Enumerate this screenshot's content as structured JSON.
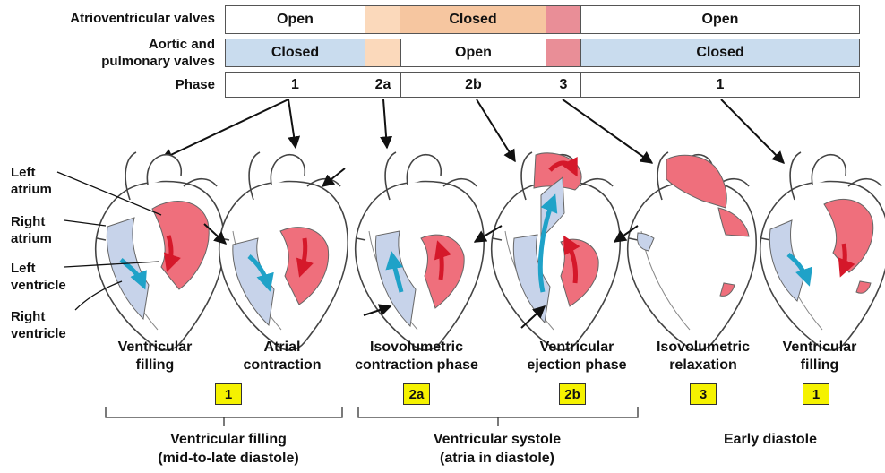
{
  "rows": {
    "av_label": "Atrioventricular valves",
    "semilunar_label_1": "Aortic and",
    "semilunar_label_2": "pulmonary valves",
    "phase_label": "Phase"
  },
  "av_cells": [
    "Open",
    "",
    "Closed",
    "",
    "Open"
  ],
  "semilunar_cells": [
    "Closed",
    "",
    "Open",
    "",
    "Closed"
  ],
  "phase_cells": [
    "1",
    "2a",
    "2b",
    "3",
    "1"
  ],
  "part_labels": {
    "left_atrium_1": "Left",
    "left_atrium_2": "atrium",
    "right_atrium_1": "Right",
    "right_atrium_2": "atrium",
    "left_ventricle_1": "Left",
    "left_ventricle_2": "ventricle",
    "right_ventricle_1": "Right",
    "right_ventricle_2": "ventricle"
  },
  "stages": [
    {
      "line1": "Ventricular",
      "line2": "filling",
      "badge": "1"
    },
    {
      "line1": "Atrial",
      "line2": "contraction",
      "badge": ""
    },
    {
      "line1": "Isovolumetric",
      "line2": "contraction phase",
      "badge": "2a"
    },
    {
      "line1": "Ventricular",
      "line2": "ejection phase",
      "badge": "2b"
    },
    {
      "line1": "Isovolumetric",
      "line2": "relaxation",
      "badge": "3"
    },
    {
      "line1": "Ventricular",
      "line2": "filling",
      "badge": "1"
    }
  ],
  "groups": {
    "g1_line1": "Ventricular filling",
    "g1_line2": "(mid-to-late diastole)",
    "g2_line1": "Ventricular systole",
    "g2_line2": "(atria in diastole)",
    "g3_line1": "Early diastole"
  },
  "colors": {
    "semilunar_closed": "#c9dcee",
    "av_closed": "#f6c6a0",
    "phase_2a_light": "#fbd9bb",
    "phase_3": "#e98e97",
    "left_heart": "#ef6f7c",
    "right_heart": "#c7d3ea",
    "arrow_blue": "#1fa2c8",
    "arrow_red": "#d5182a",
    "badge": "#f5f200"
  }
}
